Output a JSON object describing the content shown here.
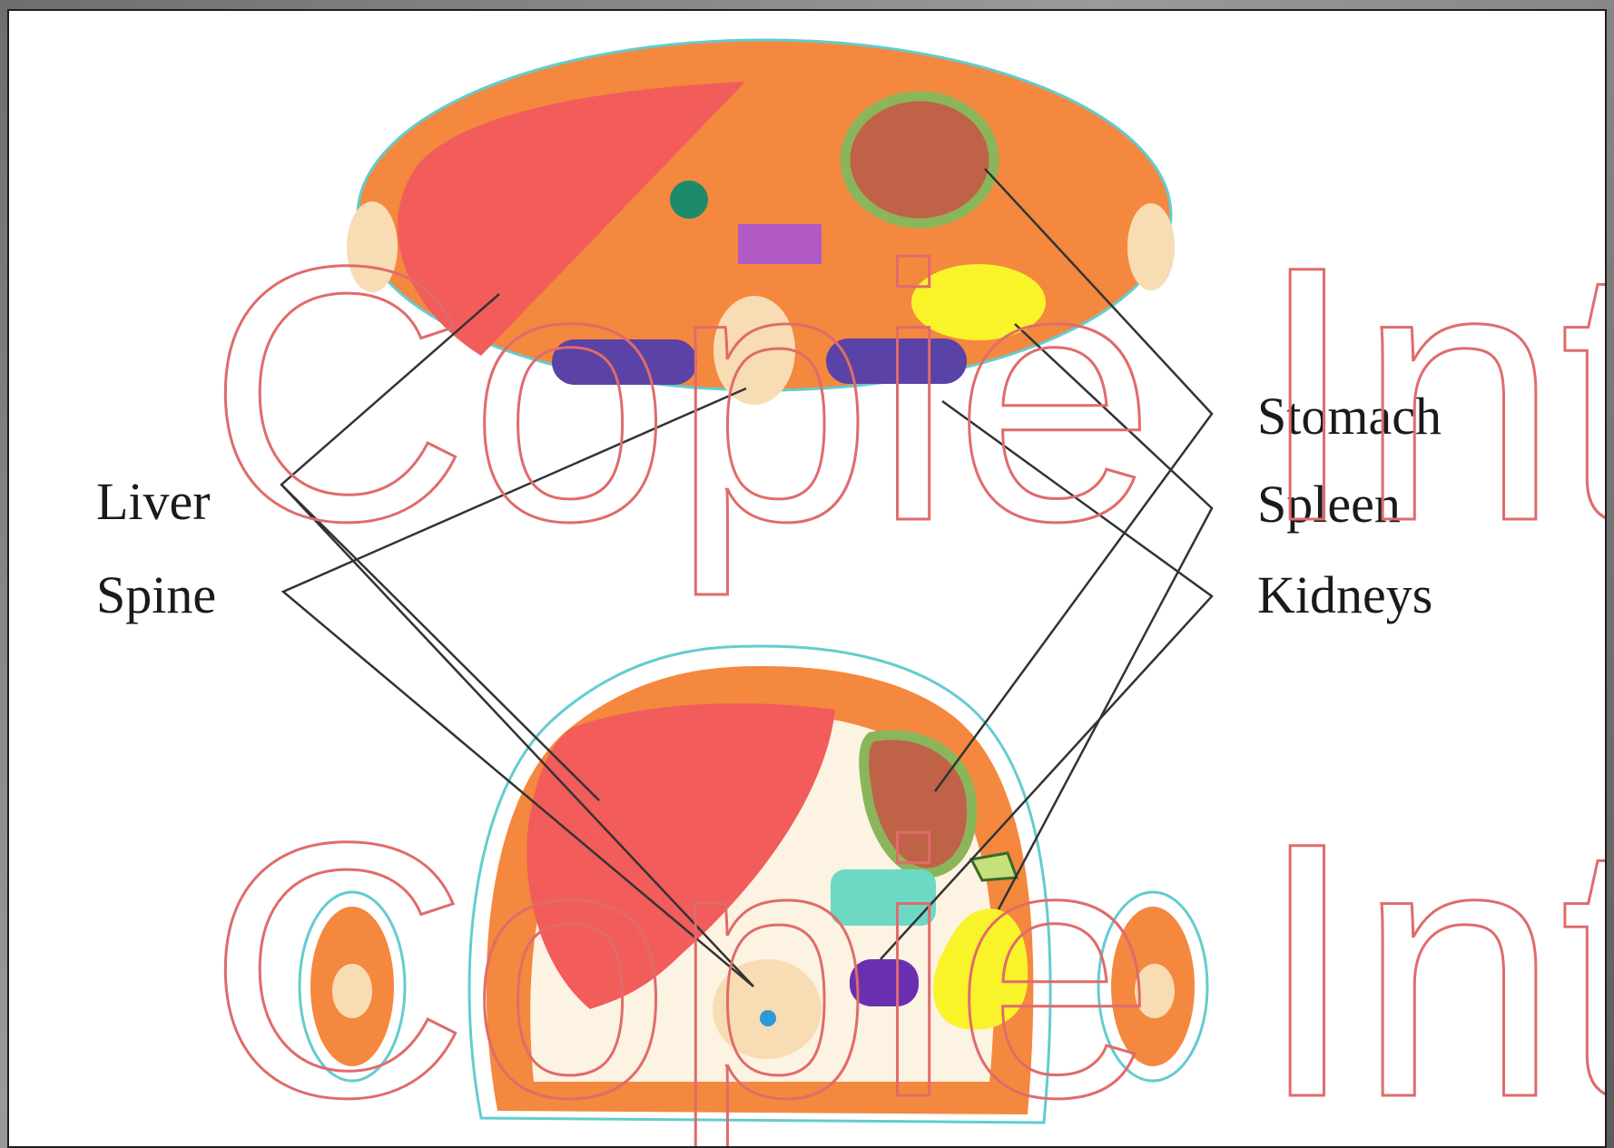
{
  "labels": {
    "left": [
      "Liver",
      "Spine"
    ],
    "right": [
      "Stomach",
      "Spleen",
      "Kidneys"
    ]
  },
  "watermark": "Copie Inte",
  "colors": {
    "body": "#f4883e",
    "liver": "#f25c5a",
    "stomach_wall": "#8bb55a",
    "stomach": "#bf6248",
    "spleen": "#f9f32a",
    "kidneys": "#5a42a6",
    "spine": "#f8dcb4",
    "aorta": "#1d8a6b",
    "vessel": "#b15ac6",
    "skin_outline": "#63cccf",
    "pancreas": "#6dd9c4",
    "leader_lines": "#333333",
    "watermark": "#e06b6b"
  }
}
